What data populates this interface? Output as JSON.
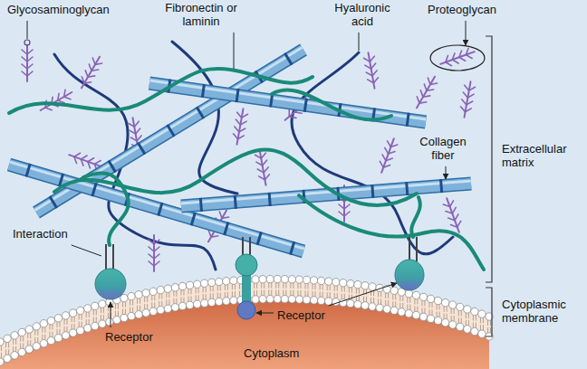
{
  "diagram": {
    "labels": [
      "Glycosaminoglycan",
      "Fibronectin or laminin",
      "Hyaluronic acid",
      "Proteoglycan",
      "Collagen fiber",
      "Extracellular matrix",
      "Interaction",
      "Receptor",
      "Receptor",
      "Cytoplasmic membrane",
      "Cytoplasm"
    ]
  }
}
